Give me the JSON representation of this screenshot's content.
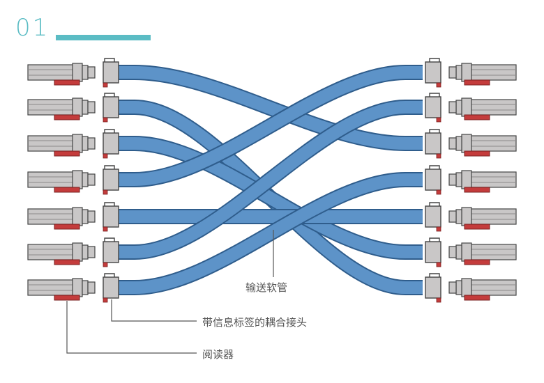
{
  "step": {
    "number": "01"
  },
  "diagram": {
    "row_count": 7,
    "connections": [
      {
        "from_row": 1,
        "to_row": 3
      },
      {
        "from_row": 2,
        "to_row": 7
      },
      {
        "from_row": 3,
        "to_row": 6
      },
      {
        "from_row": 4,
        "to_row": 1
      },
      {
        "from_row": 5,
        "to_row": 5
      },
      {
        "from_row": 6,
        "to_row": 2
      },
      {
        "from_row": 7,
        "to_row": 4
      }
    ],
    "callouts": {
      "hose": "输送软管",
      "coupling": "带信息标签的耦合接头",
      "reader": "阅读器"
    }
  },
  "colors": {
    "accent": "#5bbcc4",
    "hose_fill": "#5d93c8",
    "hose_edge": "#2f5d8c",
    "connector_fill": "#c9c7c7",
    "connector_edge": "#444444",
    "reader_red": "#c43c3c",
    "leader_line": "#555555"
  }
}
